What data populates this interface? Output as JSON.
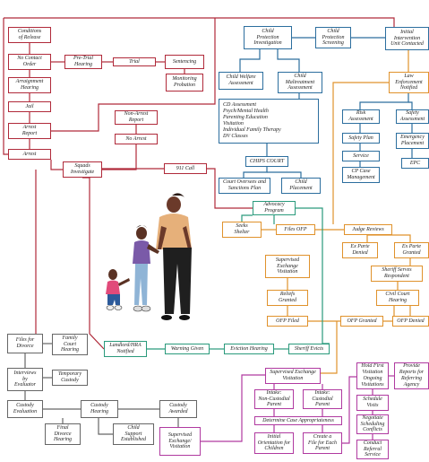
{
  "colors": {
    "criminal": "#b02a3a",
    "child_protection": "#2c6e9e",
    "law_enforcement": "#e0922c",
    "advocacy": "#2a9a7c",
    "supervised": "#b03aa0",
    "family": "#666666"
  },
  "nodes": {
    "conditions_release": "Conditions\nof Release",
    "no_contact_order": "No Contact\nOrder",
    "arraignment_hearing": "Arraignment\nHearing",
    "jail": "Jail",
    "arrest_report": "Arrest\nReport",
    "arrest": "Arrest",
    "pretrial_hearing": "Pre-Trial\nHearing",
    "trial": "Trial",
    "sentencing": "Sentencing",
    "monitoring_probation": "Monitoring\nProbation",
    "non_arrest_report": "Non-Arrest\nReport",
    "no_arrest": "No Arrest",
    "squads_investigate": "Squads\nInvestigate",
    "call_911": "911 Call",
    "child_protection_investigation": "Child\nProtection\nInvestigation",
    "child_protection_screening": "Child\nProtection\nScreening",
    "initial_intervention": "Initial\nIntervention\nUnit Contacted",
    "child_welfare_assessment": "Child Welfare\nAssessment",
    "child_maltreatment_assessment": "Child\nMaltreatment\nAssessment",
    "law_enforcement_notified": "Law\nEnforcement\nNotified",
    "assessments_list": "CD Assessment\nPsych/Mental Health\nParenting Education\nVisitation\nIndividual Family Therapy\nDV Classes",
    "risk_assessment": "Risk\nAssessment",
    "safety_assessment": "Safety\nAssessment",
    "safety_plan": "Safety Plan",
    "emergency_placement": "Emergency\nPlacement",
    "chips_court": "CHIPS COURT",
    "service": "Service",
    "cp_case_management": "CP Case\nManagement",
    "epc": "EPC",
    "court_oversees": "Court Oversees and\nSanctions Plan",
    "child_placement": "Child\nPlacement",
    "advocacy_program": "Advocacy\nProgram",
    "seeks_shelter": "Seeks\nShelter",
    "files_ofp": "Files OFP",
    "judge_reviews": "Judge Reviews",
    "ex_parte_denied": "Ex Parte\nDenied",
    "ex_parte_granted": "Ex Parte\nGranted",
    "supervised_exchange_visitation": "Supervised\nExchange\nVisitation",
    "reliefs_granted": "Reliefs\nGranted",
    "sheriff_serves": "Sheriff Serves\nRespondent",
    "civil_court_hearing": "Civil Court\nHearing",
    "ofp_filed": "OFP Filed",
    "ofp_granted": "OFP Granted",
    "ofp_denied": "OFP Denied",
    "files_divorce": "Files for\nDivorce",
    "family_court_hearing": "Family\nCourt\nHearing",
    "landlord_notified": "Landlord/HRA\nNotified",
    "warning_given": "Warning Given",
    "eviction_hearing": "Eviction Hearing",
    "sheriff_evicts": "Sheriff Evicts",
    "interviews_evaluator": "Interviews\nby\nEvaluator",
    "temporary_custody": "Temporary\nCustody",
    "custody_evaluation": "Custody\nEvaluation",
    "custody_hearing": "Custody\nHearing",
    "custody_awarded": "Custody\nAwarded",
    "final_divorce_hearing": "Final\nDivorce\nHearing",
    "child_support": "Child\nSupport\nEstablished",
    "supervised_exchange_visit_2": "Supervised\nExchange/\nVisitation",
    "sev_header": "Supervised Exchange\nVisitation",
    "intake_noncustodial": "Intake:\nNon-Custodial\nParent",
    "intake_custodial": "Intake:\nCustodial\nParent",
    "determine_case": "Determine Case Appropriateness",
    "initial_orientation": "Initial\nOrientation for\nChildren",
    "create_file": "Create a\nFile for Each\nParent",
    "hold_first_visit": "Hold First\nVisitation\nOngoing\nVisitations",
    "schedule_visits": "Schedule\nVisits",
    "negotiate_conflicts": "Negotiate\nScheduling\nConflicts",
    "conduct_referral": "Conduct\nReferral\nService",
    "provide_reports": "Provide\nReports for\nReferring\nAgency"
  }
}
